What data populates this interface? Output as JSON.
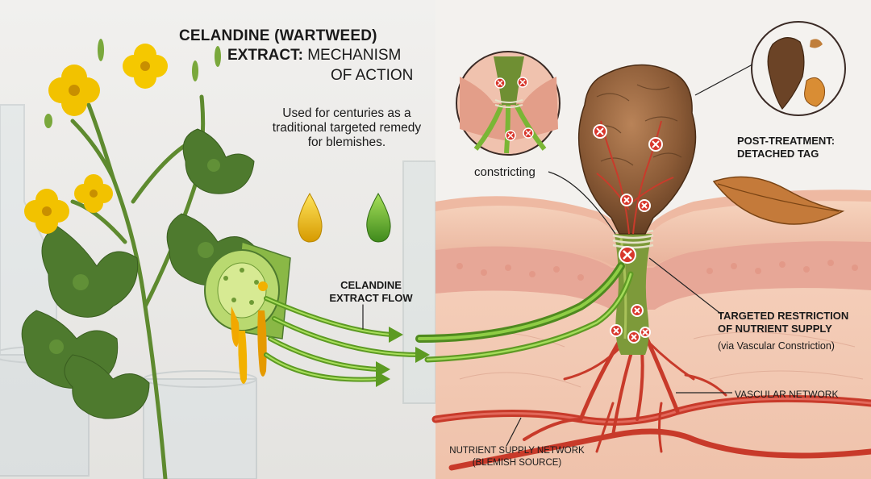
{
  "title": {
    "line1": "CELANDINE (WARTWEED)",
    "line2_bold": "EXTRACT:",
    "line2_rest": " MECHANISM",
    "line3": "OF ACTION"
  },
  "intro_text": "Used for centuries as a traditional targeted remedy for blemishes.",
  "labels": {
    "extract_flow": "CELANDINE EXTRACT FLOW",
    "constricting": "constricting",
    "post_treatment": "POST-TREATMENT: DETACHED TAG",
    "targeted_restriction": "TARGETED RESTRICTION OF NUTRIENT SUPPLY",
    "targeted_restriction_sub": "(via Vascular Constriction)",
    "vascular_network": "VASCULAR NETWORK",
    "nutrient_supply": "NUTRIENT SUPPLY NETWORK (BLEMISH SOURCE)"
  },
  "colors": {
    "flower_yellow": "#f2c200",
    "leaf_green": "#4e7a2e",
    "extract_green": "#6fae2e",
    "skin_pink": "#f2c3ae",
    "vessel_red": "#c83a2a",
    "tag_brown": "#8a5a36"
  }
}
